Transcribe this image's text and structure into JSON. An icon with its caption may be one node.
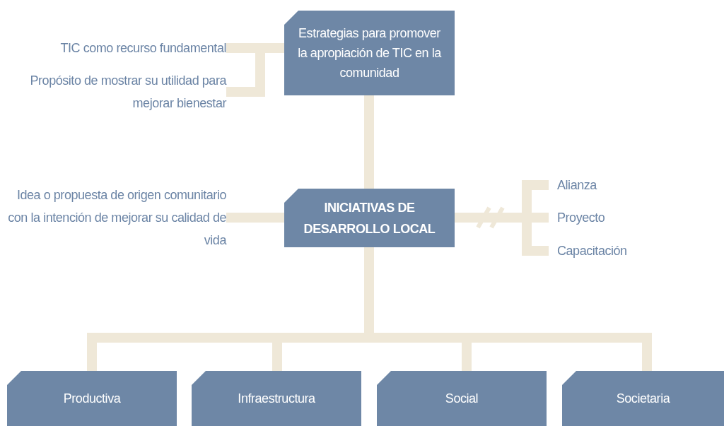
{
  "diagram": {
    "nodes": [
      {
        "text": [
          "Estrategias para promover la apropiación de TIC en la comunidad"
        ]
      },
      {
        "text": [
          "TIC como recurso fundamental"
        ]
      },
      {
        "text": [
          "Propósito de mostrar su utilidad para mejorar bienestar"
        ]
      },
      {
        "text": [
          "INICIATIVAS DE DESARROLLO LOCAL"
        ]
      },
      {
        "text": [
          "Idea o propuesta de origen comunitario con la intención de mejorar su calidad de vida"
        ]
      },
      {
        "text": [
          "Alianza"
        ]
      },
      {
        "text": [
          "Proyecto"
        ]
      },
      {
        "text": [
          "Capacitación"
        ]
      },
      {
        "text": [
          "Productiva"
        ]
      },
      {
        "text": [
          "Infraestructura"
        ]
      },
      {
        "text": [
          "Social"
        ]
      },
      {
        "text": [
          "Societaria"
        ]
      }
    ],
    "edges": [
      {
        "from": 1,
        "to": 0,
        "arrow": "none"
      },
      {
        "from": 2,
        "to": 0,
        "arrow": "none"
      },
      {
        "from": 0,
        "to": 3,
        "arrow": "none"
      },
      {
        "from": 4,
        "to": 3,
        "arrow": "none"
      },
      {
        "from": 3,
        "to": 5,
        "arrow": "none"
      },
      {
        "from": 3,
        "to": 6,
        "arrow": "none"
      },
      {
        "from": 3,
        "to": 7,
        "arrow": "none"
      },
      {
        "from": 3,
        "to": 8,
        "arrow": "none"
      },
      {
        "from": 3,
        "to": 9,
        "arrow": "none"
      },
      {
        "from": 3,
        "to": 10,
        "arrow": "none"
      },
      {
        "from": 3,
        "to": 11,
        "arrow": "none"
      }
    ]
  }
}
